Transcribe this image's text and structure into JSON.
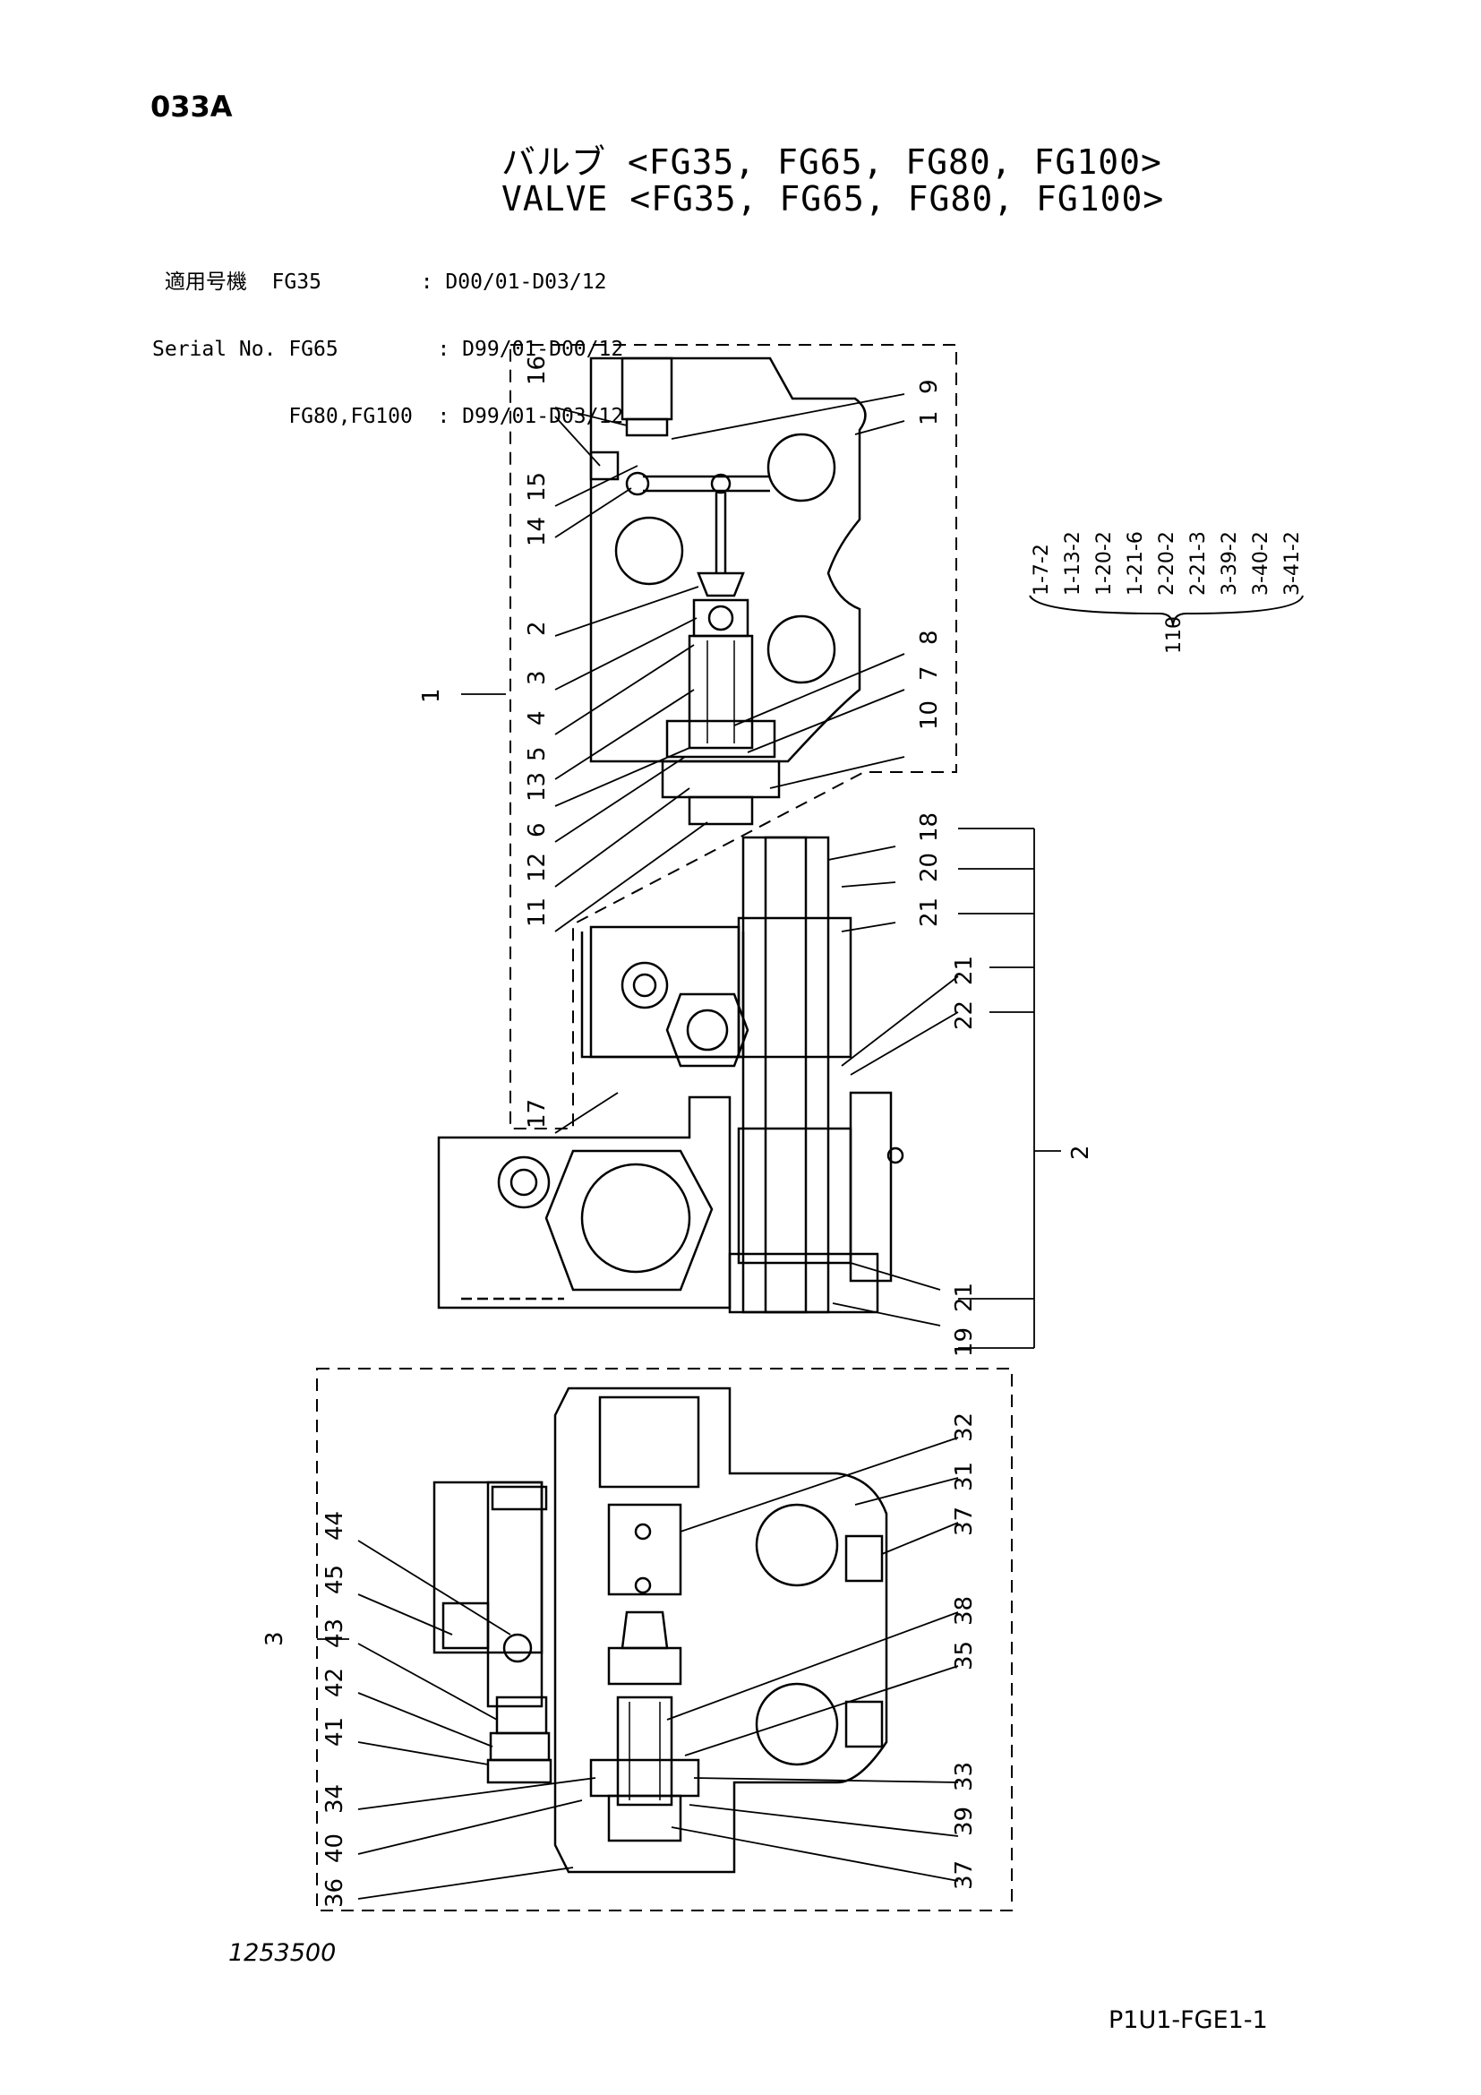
{
  "page_code": "033A",
  "title_jp": "バルブ <FG35, FG65, FG80, FG100>",
  "title_en": "VALVE <FG35, FG65, FG80, FG100>",
  "serial_lines": [
    " 適用号機  FG35        : D00/01-D03/12",
    "Serial No. FG65        : D99/01-D00/12",
    "           FG80,FG100  : D99/01-D03/12"
  ],
  "callouts": {
    "c16": "16",
    "c15": "15",
    "c14": "14",
    "c2": "2",
    "c3": "3",
    "c4": "4",
    "c5": "5",
    "c13": "13",
    "c6": "6",
    "c12": "12",
    "c11": "11",
    "c9": "9",
    "c1a": "1",
    "c8": "8",
    "c7": "7",
    "c10": "10",
    "c1": "1",
    "c18": "18",
    "c20": "20",
    "c21a": "21",
    "c21b": "21",
    "c22": "22",
    "c17": "17",
    "c2grp": "2",
    "c21c": "21",
    "c19": "19",
    "c32": "32",
    "c31": "31",
    "c37a": "37",
    "c44": "44",
    "c45": "45",
    "c3grp": "3",
    "c43": "43",
    "c42": "42",
    "c41": "41",
    "c38": "38",
    "c35": "35",
    "c34": "34",
    "c33": "33",
    "c40": "40",
    "c39": "39",
    "c36": "36",
    "c37b": "37"
  },
  "kit": {
    "label": "110",
    "items": [
      "1-7-2",
      "1-13-2",
      "1-20-2",
      "1-21-6",
      "2-20-2",
      "2-21-3",
      "3-39-2",
      "3-40-2",
      "3-41-2"
    ]
  },
  "drawing_number": "1253500",
  "page_id": "P1U1-FGE1-1"
}
